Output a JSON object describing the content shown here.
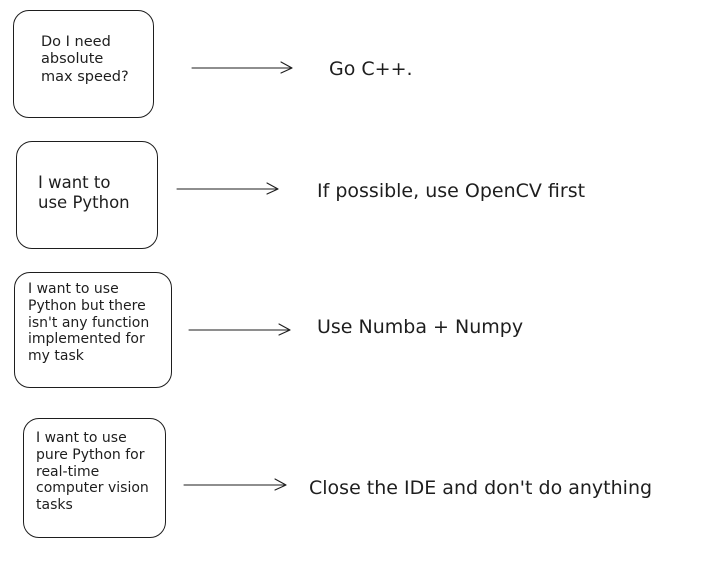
{
  "flowchart": {
    "rows": [
      {
        "question": "Do I need\nabsolute\nmax speed?",
        "answer": "Go C++."
      },
      {
        "question": "I want to\nuse Python",
        "answer": "If possible, use OpenCV first"
      },
      {
        "question": "I want to use\nPython but there\nisn't any function\n implemented for\nmy task",
        "answer": "Use Numba + Numpy"
      },
      {
        "question": "I want to use\npure Python for\nreal-time\ncomputer vision\ntasks",
        "answer": "Close the IDE and don't do anything"
      }
    ]
  }
}
